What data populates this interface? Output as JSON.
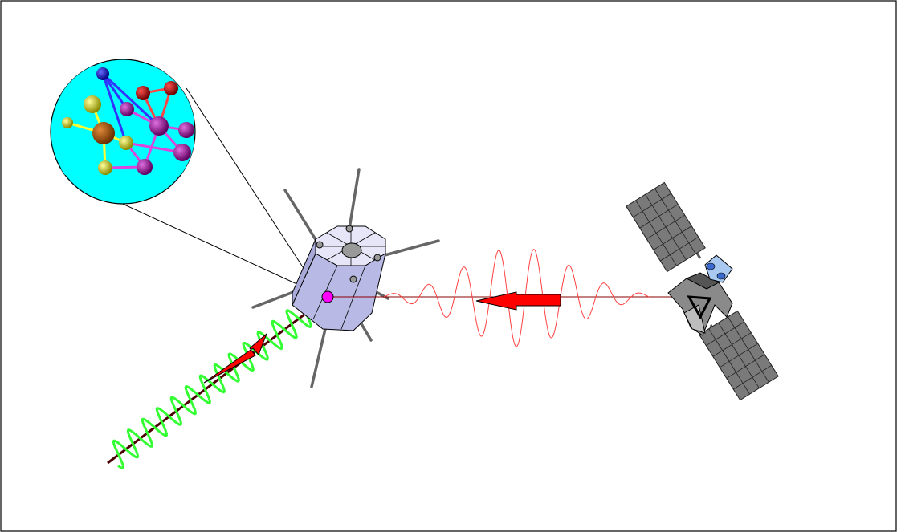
{
  "diagram": {
    "components": [
      {
        "id": "molecule-inset",
        "icon": "molecule-icon"
      },
      {
        "id": "receiver-satellite",
        "icon": "satellite-icon"
      },
      {
        "id": "source-satellite",
        "icon": "satellite-icon"
      }
    ],
    "signals": [
      {
        "id": "incoming-wave",
        "color": "#ff4040"
      },
      {
        "id": "outgoing-wave",
        "color": "#33ff33"
      }
    ],
    "colors": {
      "inset_background": "#00ffff",
      "arrow": "#ff0000",
      "receiver_body": "#dcdcf5",
      "focus_point": "#ff00ff",
      "panel": "#8c8c8c"
    }
  }
}
